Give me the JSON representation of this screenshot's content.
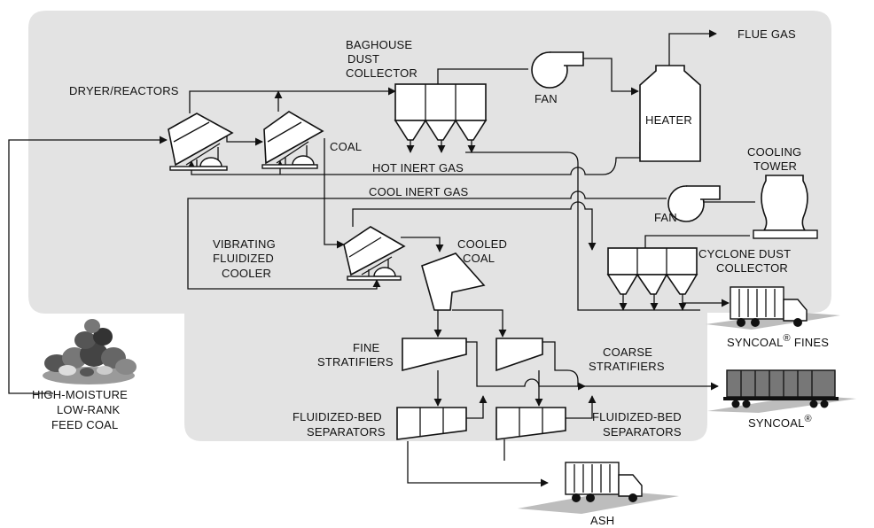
{
  "labels": {
    "baghouse_line1": "BAGHOUSE",
    "baghouse_line2": "DUST",
    "baghouse_line3": "COLLECTOR",
    "flue_gas": "FLUE GAS",
    "dryer_reactors": "DRYER/REACTORS",
    "fan_top": "FAN",
    "heater": "HEATER",
    "coal": "COAL",
    "hot_inert_gas": "HOT INERT GAS",
    "cool_inert_gas": "COOL INERT GAS",
    "cooling_tower_line1": "COOLING",
    "cooling_tower_line2": "TOWER",
    "fan_mid": "FAN",
    "vibrating_line1": "VIBRATING",
    "vibrating_line2": "FLUIDIZED",
    "vibrating_line3": "COOLER",
    "cooled_coal_line1": "COOLED",
    "cooled_coal_line2": "COAL",
    "cyclone_line1": "CYCLONE DUST",
    "cyclone_line2": "COLLECTOR",
    "syncoal_fines": "SYNCOAL",
    "syncoal_fines_suffix": "FINES",
    "syncoal": "SYNCOAL",
    "registered_mark": "®",
    "fine_strat_line1": "FINE",
    "fine_strat_line2": "STRATIFIERS",
    "coarse_strat_line1": "COARSE",
    "coarse_strat_line2": "STRATIFIERS",
    "feed_line1": "HIGH-MOISTURE",
    "feed_line2": "LOW-RANK",
    "feed_line3": "FEED COAL",
    "fbs_left_line1": "FLUIDIZED-BED",
    "fbs_left_line2": "SEPARATORS",
    "fbs_right_line1": "FLUIDIZED-BED",
    "fbs_right_line2": "SEPARATORS",
    "ash": "ASH"
  },
  "colors": {
    "panel": "#e3e3e3",
    "line": "#111111",
    "equipment_fill": "#ffffff",
    "ground": "#bdbdbd",
    "coal_pile": "#555555"
  }
}
